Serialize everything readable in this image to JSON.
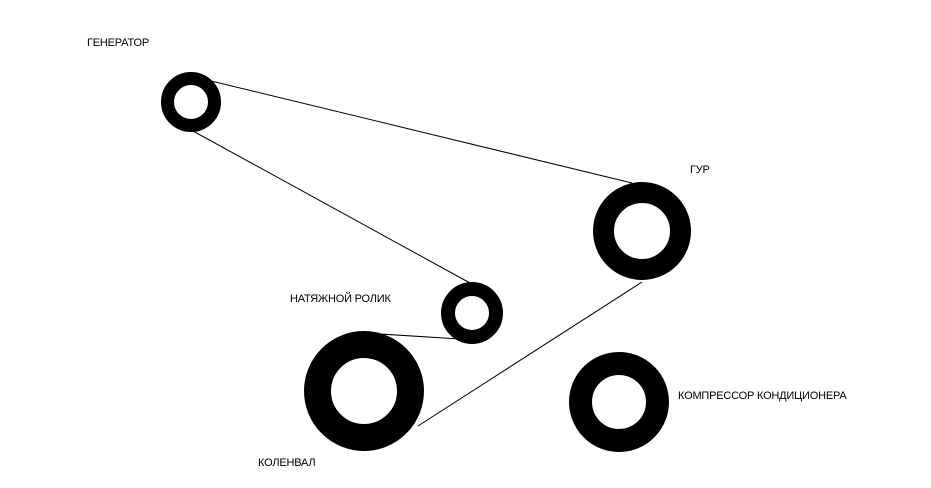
{
  "labels": {
    "generator": "ГЕНЕРАТОР",
    "power_steering": "ГУР",
    "tensioner": "НАТЯЖНОЙ РОЛИК",
    "crankshaft": "КОЛЕНВАЛ",
    "ac_compressor": "КОМПРЕССОР КОНДИЦИОНЕРА"
  },
  "colors": {
    "pulley": "#000000",
    "belt": "#000000",
    "background": "#ffffff"
  }
}
